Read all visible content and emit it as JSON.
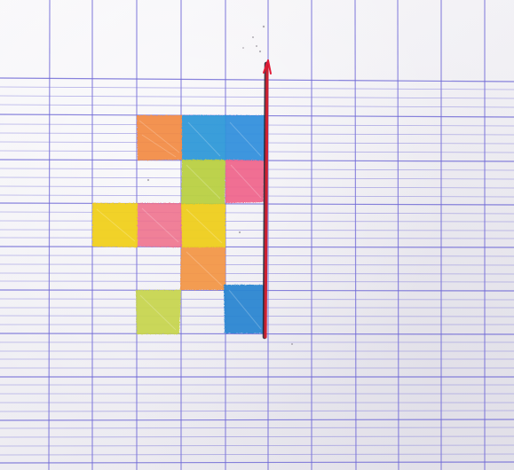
{
  "scene": {
    "description_free": true,
    "paper_color": "#f3f2f6",
    "grid_color": "#6f6ad7",
    "axis_color": "#d51f2f",
    "axis_shadow_color": "#2b2635"
  },
  "squares": [
    {
      "name": "orange-square-top",
      "color": "#f28a43"
    },
    {
      "name": "blue-square-top-left",
      "color": "#2d98d8"
    },
    {
      "name": "blue-square-top-right",
      "color": "#2f8fdc"
    },
    {
      "name": "green-square-middle",
      "color": "#b7cf3d"
    },
    {
      "name": "pink-square-right",
      "color": "#ef5f88"
    },
    {
      "name": "yellow-square-left",
      "color": "#f1d01c"
    },
    {
      "name": "pink-square-middle",
      "color": "#ef6f8b"
    },
    {
      "name": "yellow-square-center",
      "color": "#efcf1b"
    },
    {
      "name": "orange-square-lower",
      "color": "#f39644"
    },
    {
      "name": "green-square-bottom",
      "color": "#c7d54c"
    },
    {
      "name": "blue-square-bottom",
      "color": "#2b86d2"
    }
  ]
}
